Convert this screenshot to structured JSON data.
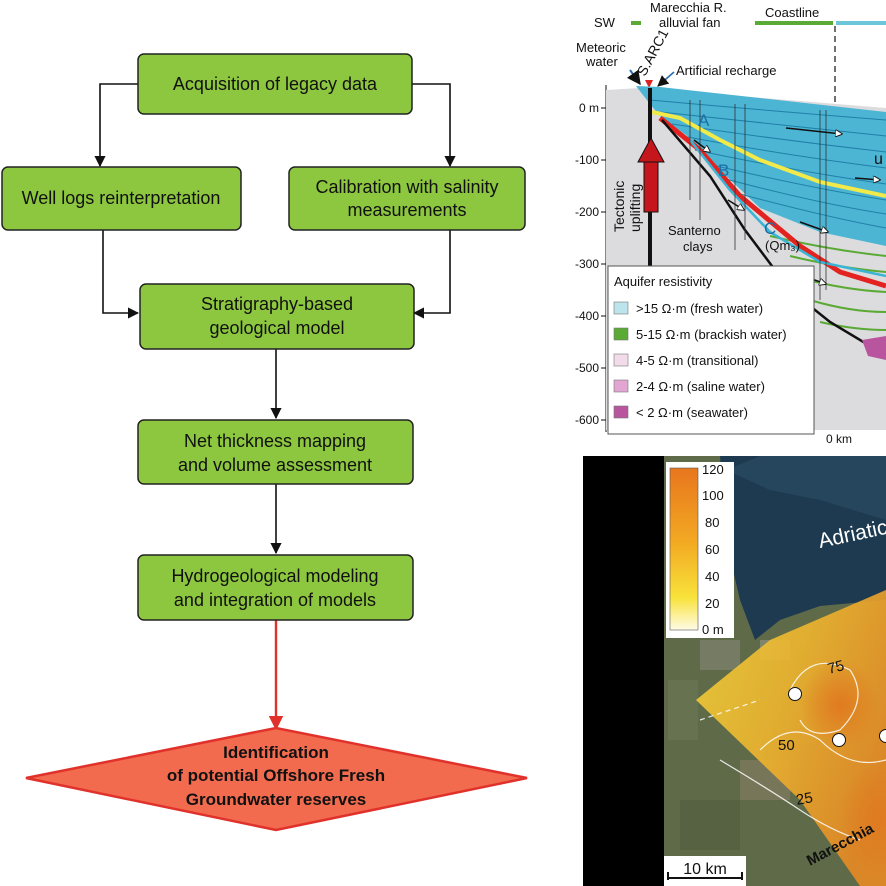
{
  "flowchart": {
    "step1": "Acquisition of legacy data",
    "step2": "Well logs reinterpretation",
    "step3_line1": "Calibration with salinity",
    "step3_line2": "measurements",
    "step4_line1": "Stratigraphy-based",
    "step4_line2": "geological model",
    "step5_line1": "Net thickness mapping",
    "step5_line2": "and volume assessment",
    "step6_line1": "Hydrogeological modeling",
    "step6_line2": "and integration of models",
    "result_line1": "Identification",
    "result_line2": "of potential Offshore Fresh",
    "result_line3": "Groundwater reserves",
    "colors": {
      "box_fill": "#8dc63f",
      "result_fill": "#f26b4f",
      "result_arrow": "#e0312a"
    }
  },
  "section": {
    "sw_label": "SW",
    "fan_line1": "Marecchia R.",
    "fan_line2": "alluvial fan",
    "coastline_label": "Coastline",
    "meteoric_line1": "Meteoric",
    "meteoric_line2": "water",
    "well_label": "S.ARC1",
    "recharge_label": "Artificial recharge",
    "uplift_line1": "Tectonic",
    "uplift_line2": "uplifting",
    "santerno_line1": "Santerno",
    "santerno_line2": "clays",
    "label_a": "A",
    "label_b": "B",
    "label_c": "C",
    "label_qm": "(Qm₃)",
    "label_u": "u",
    "depth_ticks": [
      "0 m",
      "-100",
      "-200",
      "-300",
      "-400",
      "-500",
      "-600"
    ],
    "distance_label": "0 km",
    "legend_title": "Aquifer resistivity",
    "legend": [
      {
        "label": ">15 Ω·m (fresh water)",
        "color": "#bde3ec"
      },
      {
        "label": "5-15 Ω·m (brackish water)",
        "color": "#5aaa35"
      },
      {
        "label": "4-5 Ω·m  (transitional)",
        "color": "#f2dcea"
      },
      {
        "label": "2-4 Ω·m  (saline water)",
        "color": "#e3a6d2"
      },
      {
        "label": "< 2 Ω·m  (seawater)",
        "color": "#b8559e"
      }
    ]
  },
  "map": {
    "scale_ticks": [
      "120",
      "100",
      "80",
      "60",
      "40",
      "20",
      "0 m"
    ],
    "sea_label": "Adriatic",
    "contour_75": "75",
    "contour_50": "50",
    "contour_25": "25",
    "river_label": "Marecchia",
    "scalebar_label": "10 km"
  }
}
